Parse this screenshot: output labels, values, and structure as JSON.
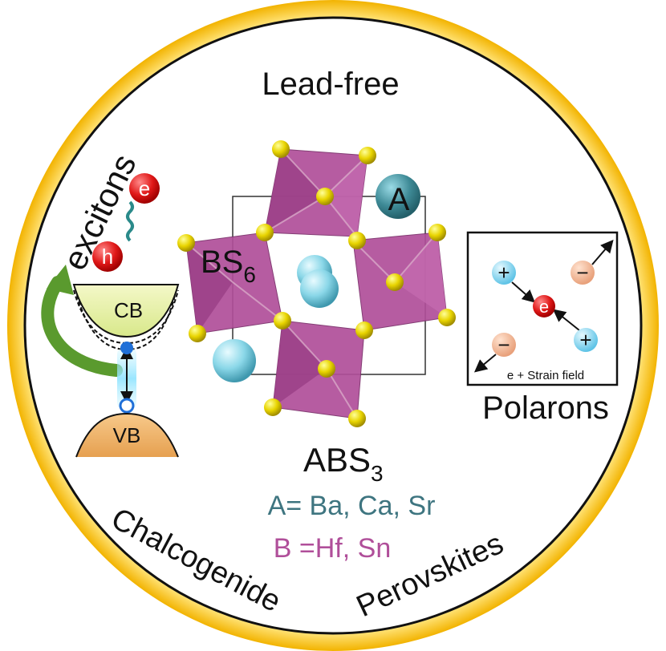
{
  "labels": {
    "top": "Lead-free",
    "excitons": "excitons",
    "polarons": "Polarons",
    "chalcogenide": "Chalcogenide",
    "perovskites": "Perovskites",
    "formula_base": "ABS",
    "formula_sub": "3",
    "octahedron_base": "BS",
    "octahedron_sub": "6",
    "site_a": "A",
    "a_elements": "A= Ba, Ca, Sr",
    "b_elements": "B =Hf, Sn",
    "conduction_band": "CB",
    "valence_band": "VB",
    "electron": "e",
    "hole": "h",
    "plus": "+",
    "minus": "−",
    "strain_caption": "e + Strain field"
  },
  "colors": {
    "ring": "#f2b300",
    "octahedron": "#b04f9a",
    "sulfur": "#e8d400",
    "a_cation_dark": "#3e8a96",
    "a_cation_light": "#8ad7e8",
    "a_text": "#3e7580",
    "b_text": "#b04f9a",
    "electron": "#e01818",
    "cb_fill": "#e6f0a2",
    "vb_fill": "#f2b76e",
    "arrow_green": "#5a9a2e"
  }
}
